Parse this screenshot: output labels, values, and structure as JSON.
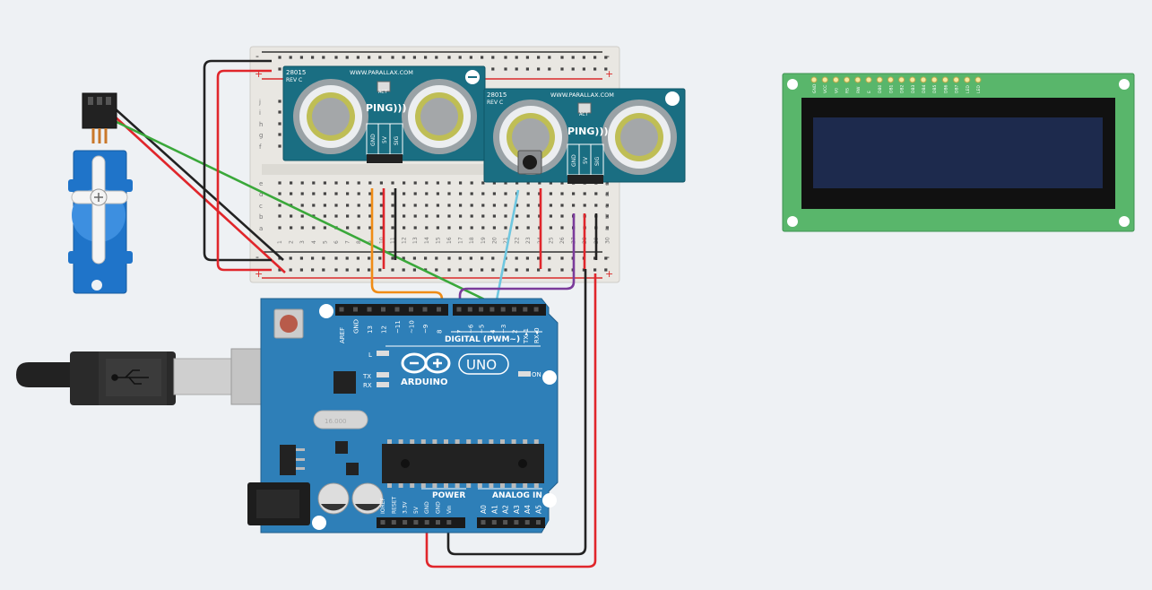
{
  "ping_sensors": [
    {
      "model": "28015",
      "rev": "REV C",
      "site": "WWW.PARALLAX.COM",
      "brand": "PING)))",
      "badge": "ACT",
      "pins": [
        "GND",
        "5V",
        "SIG"
      ]
    },
    {
      "model": "28015",
      "rev": "REV C",
      "site": "WWW.PARALLAX.COM",
      "brand": "PING)))",
      "badge": "ACT",
      "pins": [
        "GND",
        "5V",
        "SIG"
      ]
    }
  ],
  "breadboard": {
    "rail_minus": "-",
    "rail_plus": "+",
    "rows_top": [
      "f",
      "g",
      "h",
      "i",
      "j"
    ],
    "rows_bottom": [
      "e",
      "d",
      "c",
      "b",
      "a"
    ],
    "columns": [
      "1",
      "2",
      "3",
      "4",
      "5",
      "6",
      "7",
      "8",
      "9",
      "10",
      "11",
      "12",
      "13",
      "14",
      "15",
      "16",
      "17",
      "18",
      "19",
      "20",
      "21",
      "22",
      "23",
      "24",
      "25",
      "26",
      "27",
      "28",
      "29",
      "30"
    ]
  },
  "lcd": {
    "pins": [
      "GND",
      "VCC",
      "V0",
      "RS",
      "RW",
      "E",
      "DB0",
      "DB1",
      "DB2",
      "DB3",
      "DB4",
      "DB5",
      "DB6",
      "DB7",
      "LED",
      "LED"
    ]
  },
  "arduino": {
    "brand": "ARDUINO",
    "model": "UNO",
    "digital_label": "DIGITAL (PWM~)",
    "digital_pins": [
      "AREF",
      "GND",
      "13",
      "12",
      "~11",
      "~10",
      "~9",
      "8",
      "7",
      "~6",
      "~5",
      "4",
      "~3",
      "2",
      "TX▸1",
      "RX◂0"
    ],
    "power_label": "POWER",
    "power_pins": [
      "IOREF",
      "RESET",
      "3.3V",
      "5V",
      "GND",
      "GND",
      "Vin"
    ],
    "analog_label": "ANALOG IN",
    "analog_pins": [
      "A0",
      "A1",
      "A2",
      "A3",
      "A4",
      "A5"
    ],
    "led_l": "L",
    "led_tx": "TX",
    "led_rx": "RX",
    "led_on": "ON",
    "crystal": "16.000"
  },
  "colors": {
    "background": "#eef1f4",
    "board": "#2e7fb8",
    "sensor": "#1a6e82",
    "lcd_pcb": "#59b66b",
    "lcd_screen": "#1d2a4d",
    "wire_red": "#e0262b",
    "wire_black": "#222222",
    "wire_orange": "#f08c16",
    "wire_green": "#3aa83a",
    "wire_cyan": "#6fc7e0",
    "wire_purple": "#7b3b9b",
    "servo": "#1f74c9"
  }
}
